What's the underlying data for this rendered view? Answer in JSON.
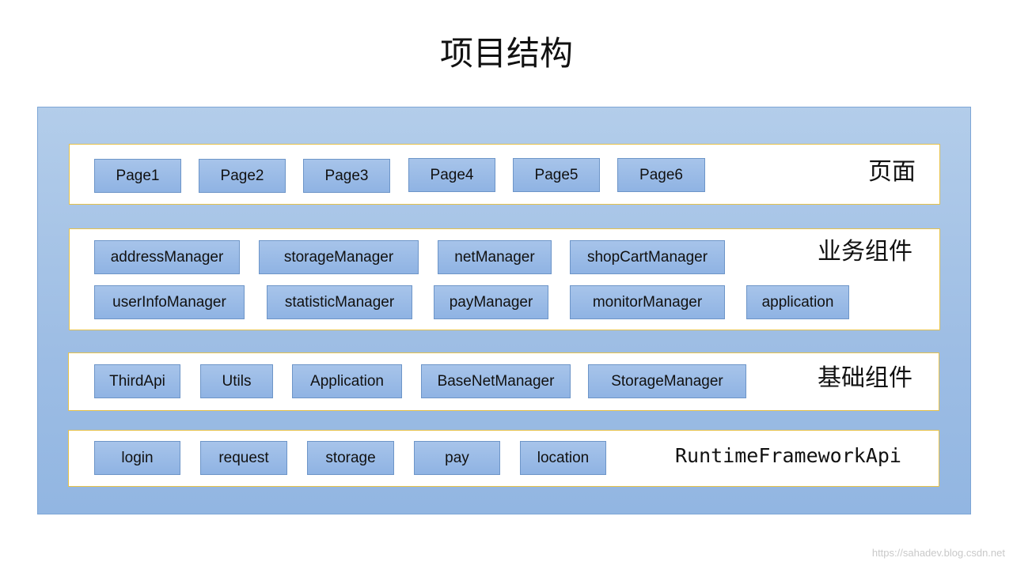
{
  "title": "项目结构",
  "layers": {
    "pages": {
      "label": "页面",
      "items": [
        "Page1",
        "Page2",
        "Page3",
        "Page4",
        "Page5",
        "Page6"
      ]
    },
    "business": {
      "label": "业务组件",
      "items": [
        "addressManager",
        "storageManager",
        "netManager",
        "shopCartManager",
        "userInfoManager",
        "statisticManager",
        "payManager",
        "monitorManager",
        "application"
      ]
    },
    "base": {
      "label": "基础组件",
      "items": [
        "ThirdApi",
        "Utils",
        "Application",
        "BaseNetManager",
        "StorageManager"
      ]
    },
    "runtime": {
      "label": "RuntimeFrameworkApi",
      "items": [
        "login",
        "request",
        "storage",
        "pay",
        "location"
      ]
    }
  },
  "watermark": "https://sahadev.blog.csdn.net"
}
